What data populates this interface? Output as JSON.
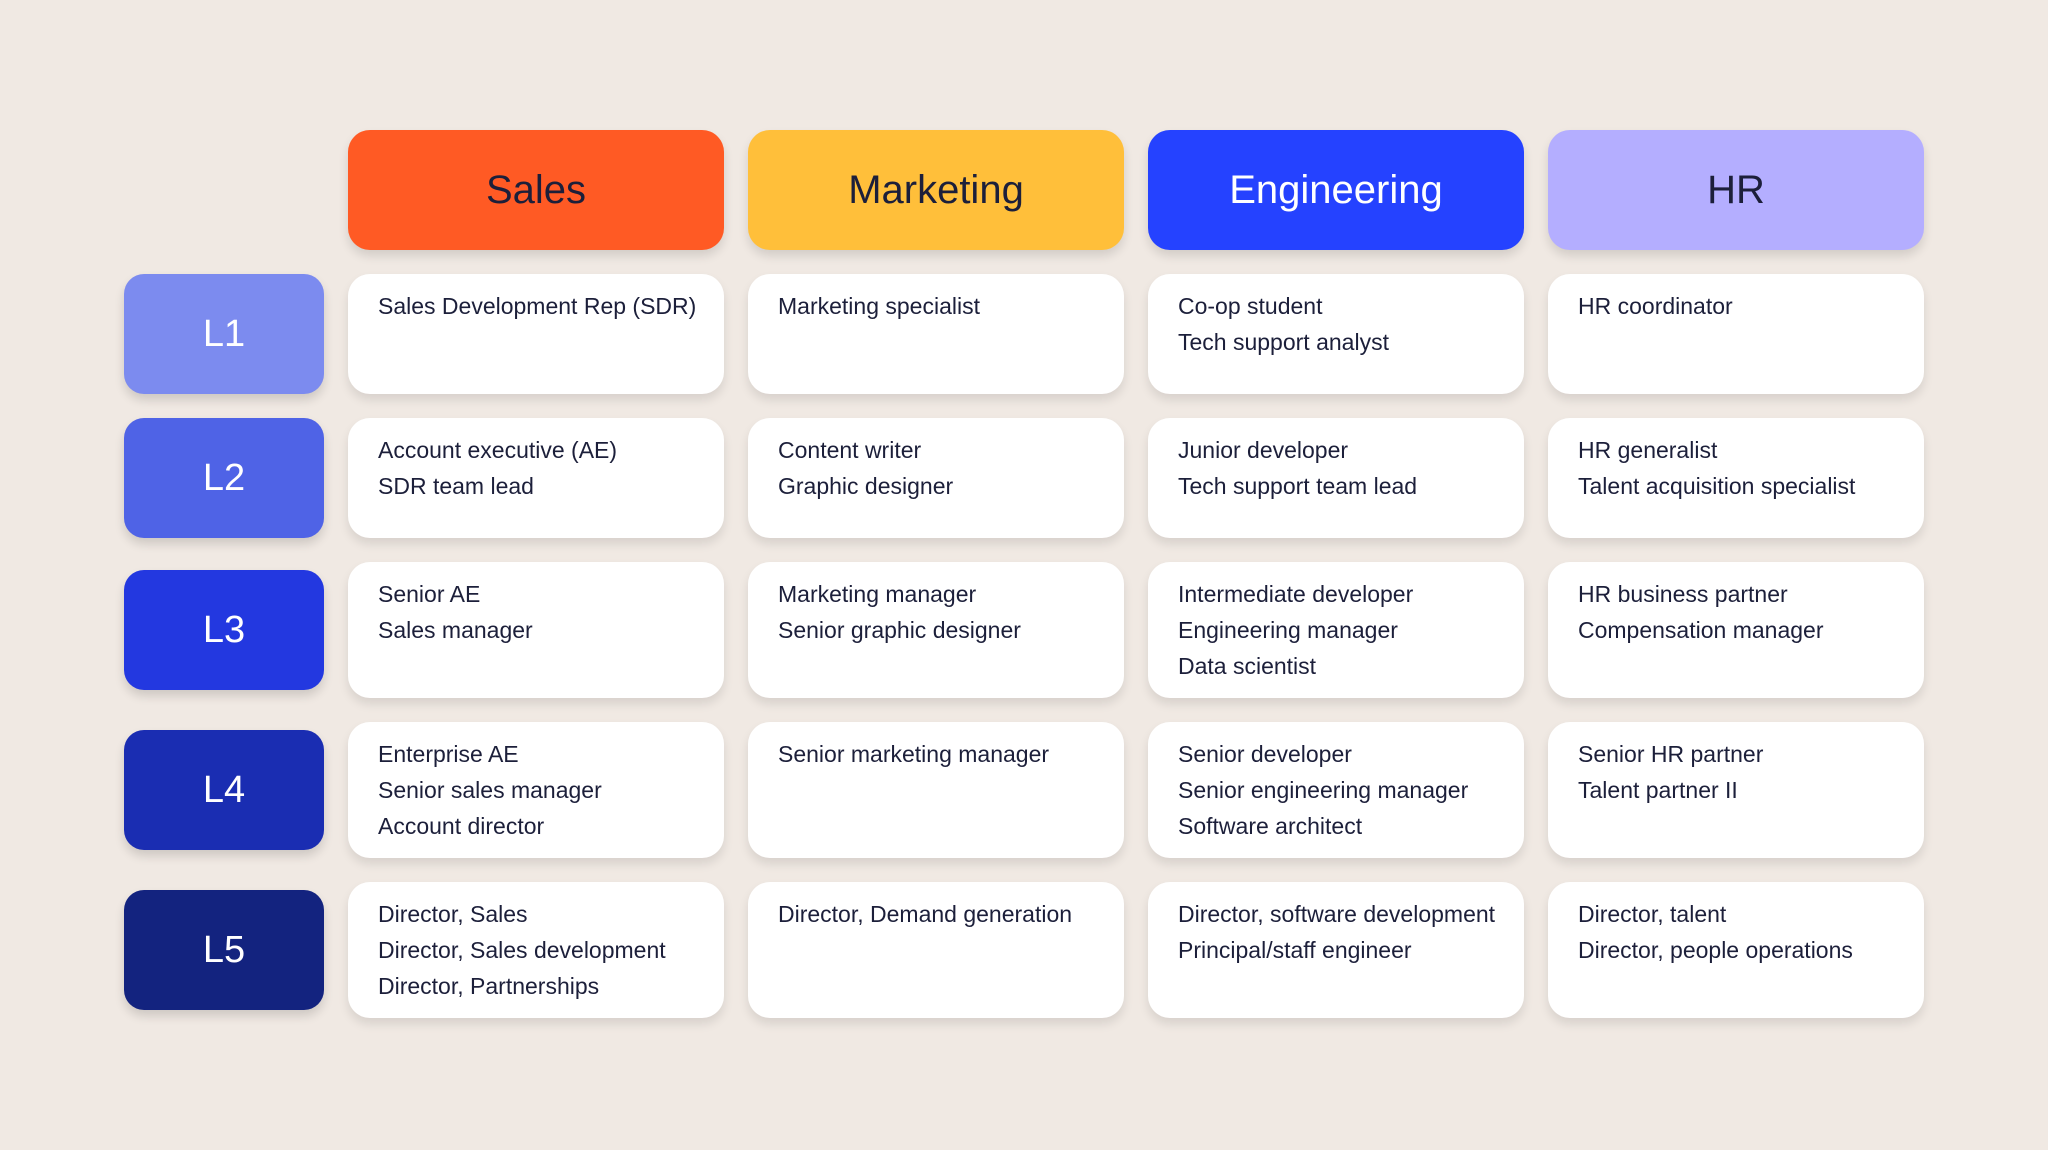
{
  "departments": [
    {
      "name": "Sales",
      "color": "#ff5a24",
      "text_color": "#1c1f3a"
    },
    {
      "name": "Marketing",
      "color": "#ffbf3a",
      "text_color": "#1c1f3a"
    },
    {
      "name": "Engineering",
      "color": "#2542ff",
      "text_color": "#ffffff"
    },
    {
      "name": "HR",
      "color": "#b4aeff",
      "text_color": "#1c1f3a"
    }
  ],
  "levels": [
    {
      "label": "L1",
      "color": "#7c8bef",
      "roles": [
        [
          "Sales Development Rep (SDR)"
        ],
        [
          "Marketing specialist"
        ],
        [
          "Co-op student",
          "Tech support analyst"
        ],
        [
          "HR coordinator"
        ]
      ]
    },
    {
      "label": "L2",
      "color": "#4f63e6",
      "roles": [
        [
          "Account executive (AE)",
          "SDR team lead"
        ],
        [
          "Content writer",
          "Graphic designer"
        ],
        [
          "Junior developer",
          "Tech support team lead"
        ],
        [
          "HR generalist",
          "Talent acquisition specialist"
        ]
      ]
    },
    {
      "label": "L3",
      "color": "#2338e0",
      "roles": [
        [
          "Senior AE",
          "Sales manager"
        ],
        [
          "Marketing manager",
          "Senior graphic designer"
        ],
        [
          "Intermediate developer",
          "Engineering manager",
          "Data scientist"
        ],
        [
          "HR business partner",
          "Compensation manager"
        ]
      ]
    },
    {
      "label": "L4",
      "color": "#1a2db2",
      "roles": [
        [
          "Enterprise AE",
          "Senior sales manager",
          "Account director"
        ],
        [
          "Senior marketing manager"
        ],
        [
          "Senior developer",
          "Senior engineering manager",
          "Software architect"
        ],
        [
          "Senior HR partner",
          "Talent partner II"
        ]
      ]
    },
    {
      "label": "L5",
      "color": "#13237f",
      "roles": [
        [
          "Director, Sales",
          "Director, Sales development",
          "Director, Partnerships"
        ],
        [
          "Director, Demand generation"
        ],
        [
          "Director, software development",
          "Principal/staff engineer"
        ],
        [
          "Director, talent",
          "Director, people operations"
        ]
      ]
    }
  ]
}
